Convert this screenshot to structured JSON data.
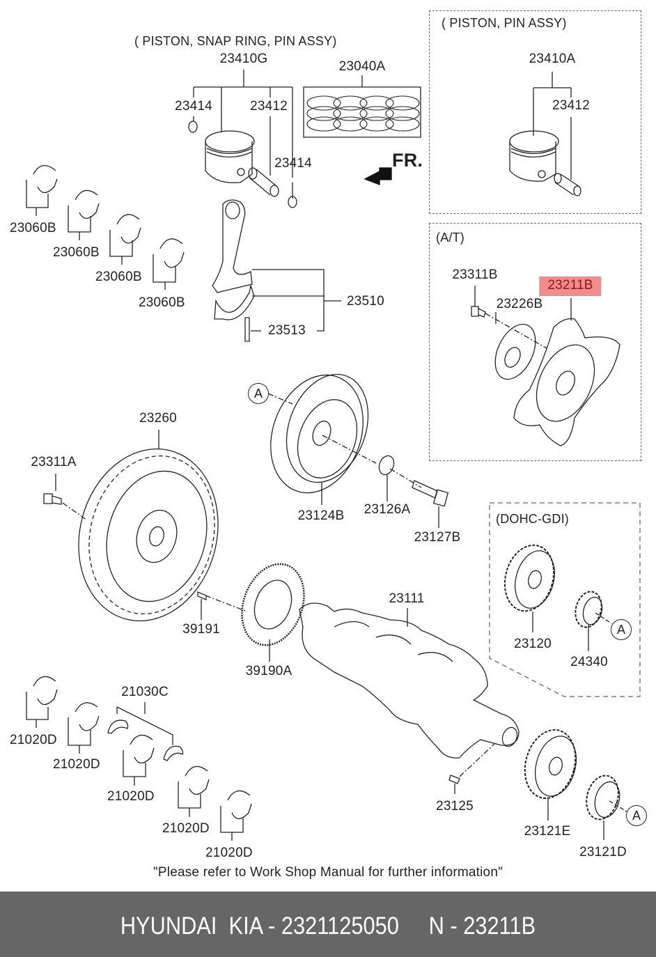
{
  "diagram": {
    "groups": {
      "piston_snap_ring_pin_assy": "( PISTON, SNAP RING, PIN ASSY)",
      "piston_pin_assy": "( PISTON, PIN ASSY)",
      "at": "(A/T)",
      "dohc_gdi": "(DOHC-GDI)"
    },
    "direction_label": "FR.",
    "reference_marker": "A",
    "parts": {
      "p23410G": "23410G",
      "p23040A": "23040A",
      "p23414_left": "23414",
      "p23412_left": "23412",
      "p23414_right": "23414",
      "p23410A": "23410A",
      "p23412_right": "23412",
      "p23060B_1": "23060B",
      "p23060B_2": "23060B",
      "p23060B_3": "23060B",
      "p23060B_4": "23060B",
      "p23510": "23510",
      "p23513": "23513",
      "p23311B": "23311B",
      "p23226B": "23226B",
      "p23211B": "23211B",
      "p23260": "23260",
      "p23311A": "23311A",
      "p23124B": "23124B",
      "p23126A": "23126A",
      "p23127B": "23127B",
      "p23120": "23120",
      "p24340": "24340",
      "p39191": "39191",
      "p39190A": "39190A",
      "p23111": "23111",
      "p21030C": "21030C",
      "p21020D_1": "21020D",
      "p21020D_2": "21020D",
      "p21020D_3": "21020D",
      "p21020D_4": "21020D",
      "p21020D_5": "21020D",
      "p23125": "23125",
      "p23121E": "23121E",
      "p23121D": "23121D"
    },
    "highlighted_part": "23211B",
    "highlight_color": "#f28b8b",
    "note": "\"Please refer to Work Shop Manual for further information\""
  },
  "footer": {
    "text": "HYUNDAI  KIA - 2321125050     N - 23211B",
    "background": "#666666"
  }
}
